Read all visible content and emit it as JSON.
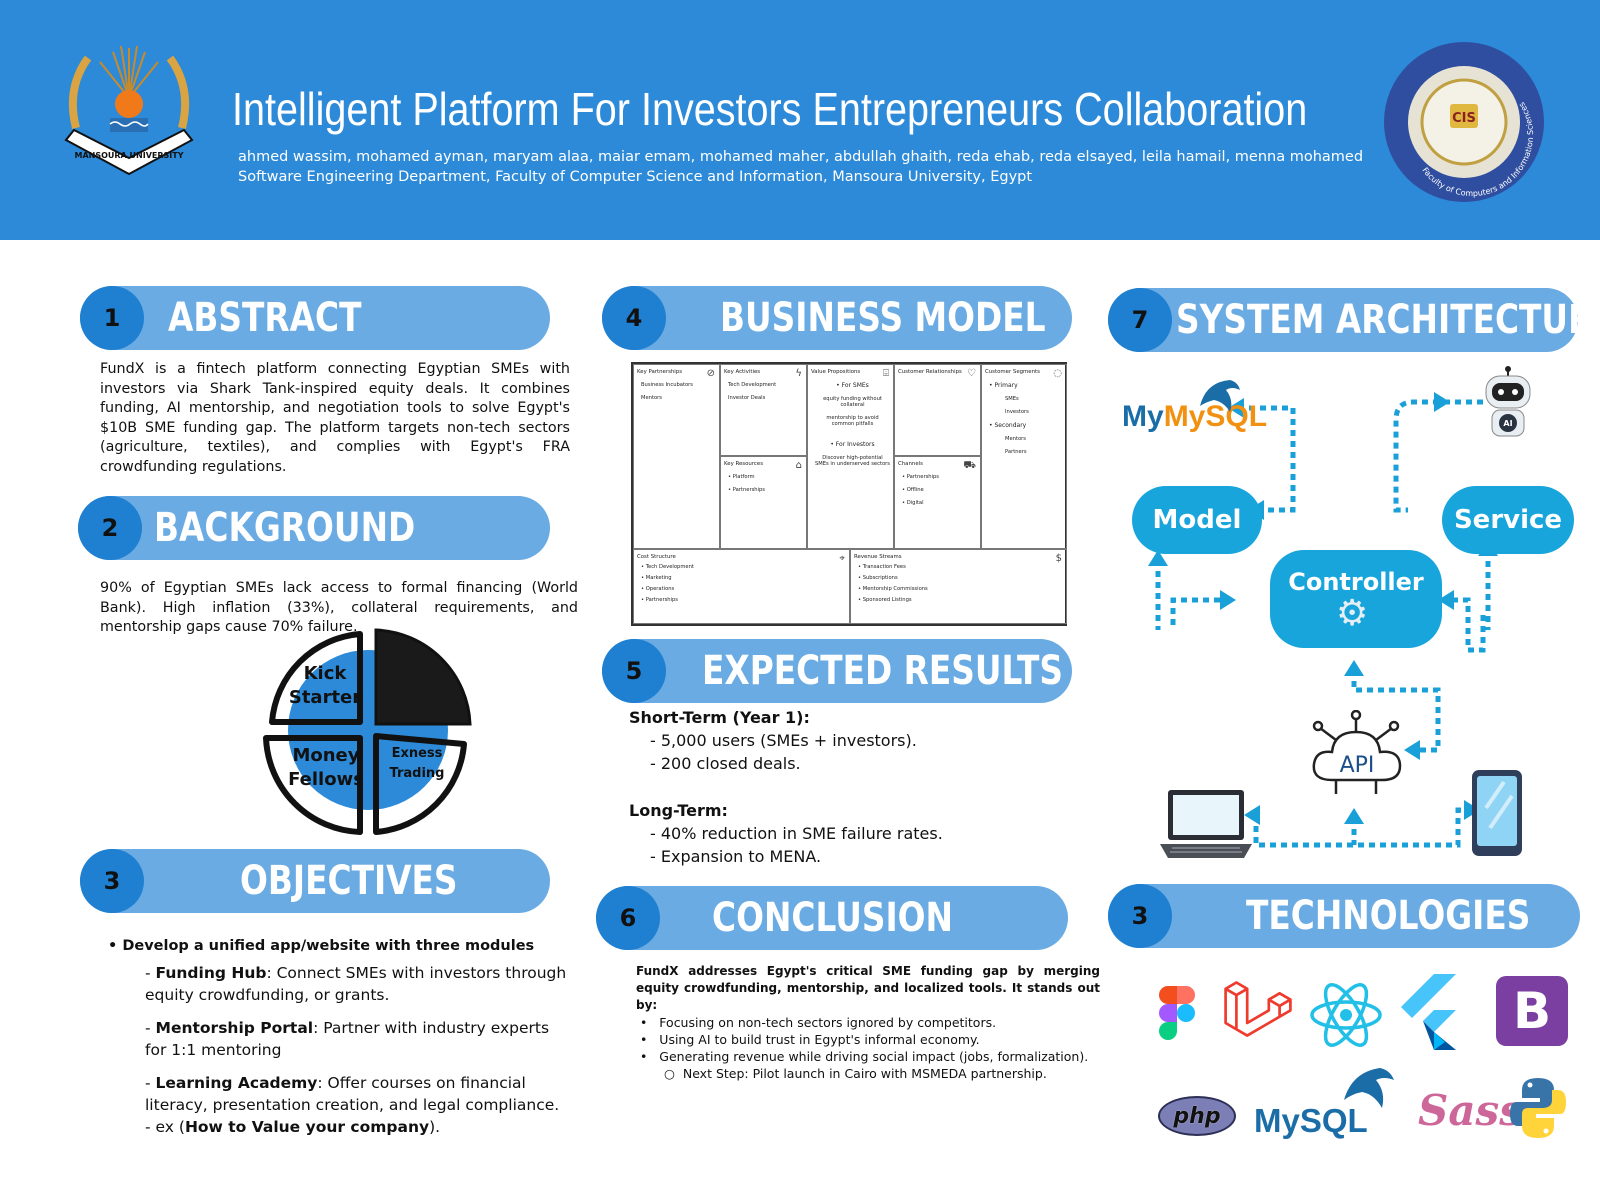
{
  "header": {
    "title": "Intelligent Platform For Investors Entrepreneurs Collaboration",
    "authors": "ahmed wassim, mohamed ayman, maryam alaa, maiar emam, mohamed maher, abdullah ghaith, reda ehab, reda elsayed, leila hamail, menna mohamed",
    "affiliation": "Software Engineering Department, Faculty of Computer Science and Information, Mansoura University, Egypt",
    "logo_left_text": "MANSOURA UNIVERSITY",
    "logo_right_text": "Faculty of Computers and Information Sciences",
    "logo_right_center": "CIS",
    "background_color": "#2c8ad8"
  },
  "sections": {
    "abstract": {
      "number": "1",
      "title": "ABSTRACT",
      "text": "FundX is a fintech platform connecting Egyptian SMEs with investors via Shark Tank-inspired equity deals. It combines funding, AI mentorship, and negotiation tools to solve Egypt's $10B SME funding gap. The platform targets non-tech sectors (agriculture, textiles), and complies with Egypt's FRA crowdfunding regulations."
    },
    "background": {
      "number": "2",
      "title": "BACKGROUND",
      "text": "90% of Egyptian SMEs lack access to formal financing (World Bank). High inflation (33%), collateral requirements, and mentorship gaps cause 70% failure.",
      "pie_labels": {
        "kick": "Kick Starter",
        "money": "Money Fellows",
        "exness": "Exness Trading"
      }
    },
    "objectives": {
      "number": "3",
      "title": "OBJECTIVES",
      "bullet": "Develop a unified app/website with three modules",
      "items": [
        {
          "bold": "Funding Hub",
          "rest": ": Connect SMEs with investors through equity crowdfunding, or grants."
        },
        {
          "bold": "Mentorship Portal",
          "rest": ": Partner with industry experts for 1:1 mentoring"
        },
        {
          "bold": "Learning Academy",
          "rest": ": Offer courses on financial literacy, presentation creation, and legal compliance."
        }
      ],
      "example_prefix": "- ex (",
      "example_bold": "How to Value your company",
      "example_suffix": ")."
    },
    "business_model": {
      "number": "4",
      "title": "BUSINESS MODEL"
    },
    "expected_results": {
      "number": "5",
      "title": "EXPECTED RESULTS",
      "short_title": "Short-Term (Year 1):",
      "short_items": [
        "- 5,000 users (SMEs + investors).",
        "- 200 closed deals."
      ],
      "long_title": "Long-Term:",
      "long_items": [
        "- 40% reduction in SME failure rates.",
        "- Expansion to MENA."
      ]
    },
    "conclusion": {
      "number": "6",
      "title": "CONCLUSION",
      "intro": "FundX addresses Egypt's critical SME funding gap by merging equity crowdfunding, mentorship, and localized tools. It stands out by:",
      "items": [
        "Focusing on non-tech sectors ignored by competitors.",
        "Using AI to build trust in Egypt's informal economy.",
        "Generating revenue while driving social impact (jobs, formalization)."
      ],
      "sub_item": "Next Step: Pilot launch in Cairo with MSMEDA partnership."
    },
    "architecture": {
      "number": "7",
      "title": "SYSTEM ARCHITECTURE",
      "model": "Model",
      "service": "Service",
      "controller": "Controller",
      "api": "API",
      "mysql": "MySQL",
      "ai": "AI"
    },
    "technologies": {
      "number": "3",
      "title": "TECHNOLOGIES",
      "php": "php",
      "mysql": "MySQL",
      "sass": "Sass",
      "bootstrap": "B"
    }
  },
  "canvas": {
    "key_partnerships": {
      "title": "Key Partnerships",
      "items": [
        "Business Incubators",
        "Mentors"
      ]
    },
    "key_activities": {
      "title": "Key Activities",
      "items": [
        "Tech Development",
        "Investor Deals"
      ]
    },
    "key_resources": {
      "title": "Key Resources",
      "items": [
        "Platform",
        "Partnerships"
      ]
    },
    "value_propositions": {
      "title": "Value Propositions",
      "sme_head": "For SMEs",
      "sme_items": [
        "equity funding without collateral",
        "mentorship to avoid common pitfalls"
      ],
      "inv_head": "For Investors",
      "inv_items": [
        "Discover high-potential SMEs in underserved sectors"
      ]
    },
    "customer_relationships": {
      "title": "Customer Relationships"
    },
    "channels": {
      "title": "Channels",
      "items": [
        "Partnerships",
        "Offline",
        "Digital"
      ]
    },
    "customer_segments": {
      "title": "Customer Segments",
      "primary": "Primary",
      "primary_items": [
        "SMEs",
        "Investors"
      ],
      "secondary": "Secondary",
      "secondary_items": [
        "Mentors",
        "Partners"
      ]
    },
    "cost_structure": {
      "title": "Cost Structure",
      "items": [
        "Tech Development",
        "Marketing",
        "Operations",
        "Partnerships"
      ]
    },
    "revenue_streams": {
      "title": "Revenue Streams",
      "items": [
        "Transaction Fees",
        "Subscriptions",
        "Mentorship Commissions",
        "Sponsored Listings"
      ]
    }
  },
  "colors": {
    "header": "#2c8ad8",
    "pill": "#6aabe3",
    "number_circle": "#1f7fd0",
    "arch": "#18a5dc"
  }
}
